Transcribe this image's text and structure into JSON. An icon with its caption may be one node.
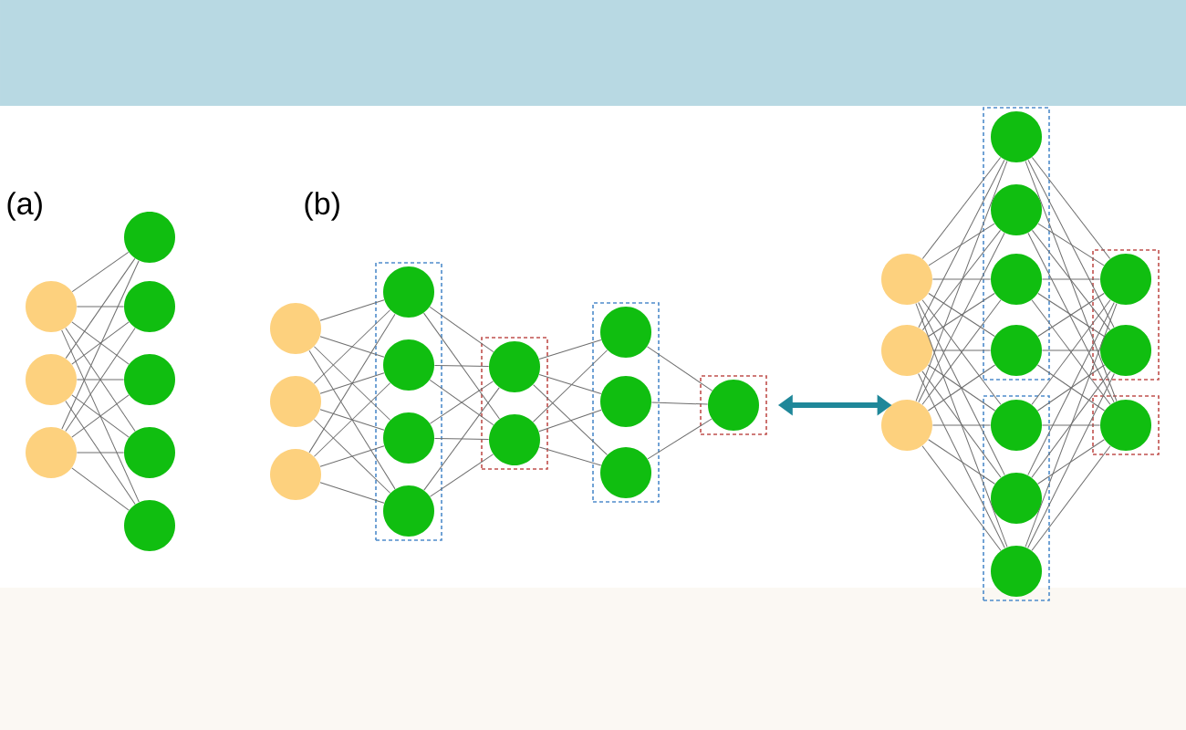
{
  "diagram": {
    "nodes": [
      {
        "text": [],
        "shape": "circle"
      },
      {
        "text": [],
        "shape": "circle"
      },
      {
        "text": [],
        "shape": "circle"
      },
      {
        "text": [],
        "shape": "circle"
      },
      {
        "text": [],
        "shape": "circle"
      },
      {
        "text": [],
        "shape": "circle"
      },
      {
        "text": [],
        "shape": "circle"
      },
      {
        "text": [],
        "shape": "circle"
      },
      {
        "text": [],
        "shape": "circle"
      },
      {
        "text": [],
        "shape": "circle"
      },
      {
        "text": [],
        "shape": "circle"
      },
      {
        "text": [],
        "shape": "box"
      },
      {
        "text": [],
        "shape": "circle",
        "in": 11
      },
      {
        "text": [],
        "shape": "circle",
        "in": 11
      },
      {
        "text": [],
        "shape": "circle",
        "in": 11
      },
      {
        "text": [],
        "shape": "circle",
        "in": 11
      },
      {
        "text": [],
        "shape": "box"
      },
      {
        "text": [],
        "shape": "circle",
        "in": 16
      },
      {
        "text": [],
        "shape": "circle",
        "in": 16
      },
      {
        "text": [],
        "shape": "box"
      },
      {
        "text": [],
        "shape": "circle",
        "in": 19
      },
      {
        "text": [],
        "shape": "circle",
        "in": 19
      },
      {
        "text": [],
        "shape": "circle",
        "in": 19
      },
      {
        "text": [],
        "shape": "box"
      },
      {
        "text": [],
        "shape": "circle",
        "in": 23
      },
      {
        "text": [],
        "shape": "circle"
      },
      {
        "text": [],
        "shape": "circle"
      },
      {
        "text": [],
        "shape": "circle"
      },
      {
        "text": [],
        "shape": "box"
      },
      {
        "text": [],
        "shape": "circle",
        "in": 28
      },
      {
        "text": [],
        "shape": "circle",
        "in": 28
      },
      {
        "text": [],
        "shape": "circle",
        "in": 28
      },
      {
        "text": [],
        "shape": "circle",
        "in": 28
      },
      {
        "text": [],
        "shape": "box"
      },
      {
        "text": [],
        "shape": "circle",
        "in": 33
      },
      {
        "text": [],
        "shape": "circle",
        "in": 33
      },
      {
        "text": [],
        "shape": "circle",
        "in": 33
      },
      {
        "text": [],
        "shape": "box"
      },
      {
        "text": [],
        "shape": "circle",
        "in": 37
      },
      {
        "text": [],
        "shape": "circle",
        "in": 37
      },
      {
        "text": [],
        "shape": "box"
      },
      {
        "text": [],
        "shape": "circle",
        "in": 40
      }
    ],
    "edges": [
      {
        "from": 0,
        "to": 3,
        "arrow": "none"
      },
      {
        "from": 0,
        "to": 4,
        "arrow": "none"
      },
      {
        "from": 0,
        "to": 5,
        "arrow": "none"
      },
      {
        "from": 0,
        "to": 6,
        "arrow": "none"
      },
      {
        "from": 0,
        "to": 7,
        "arrow": "none"
      },
      {
        "from": 1,
        "to": 3,
        "arrow": "none"
      },
      {
        "from": 1,
        "to": 4,
        "arrow": "none"
      },
      {
        "from": 1,
        "to": 5,
        "arrow": "none"
      },
      {
        "from": 1,
        "to": 6,
        "arrow": "none"
      },
      {
        "from": 1,
        "to": 7,
        "arrow": "none"
      },
      {
        "from": 2,
        "to": 3,
        "arrow": "none"
      },
      {
        "from": 2,
        "to": 4,
        "arrow": "none"
      },
      {
        "from": 2,
        "to": 5,
        "arrow": "none"
      },
      {
        "from": 2,
        "to": 6,
        "arrow": "none"
      },
      {
        "from": 2,
        "to": 7,
        "arrow": "none"
      },
      {
        "from": 8,
        "to": 12,
        "arrow": "none"
      },
      {
        "from": 8,
        "to": 13,
        "arrow": "none"
      },
      {
        "from": 8,
        "to": 14,
        "arrow": "none"
      },
      {
        "from": 8,
        "to": 15,
        "arrow": "none"
      },
      {
        "from": 9,
        "to": 12,
        "arrow": "none"
      },
      {
        "from": 9,
        "to": 13,
        "arrow": "none"
      },
      {
        "from": 9,
        "to": 14,
        "arrow": "none"
      },
      {
        "from": 9,
        "to": 15,
        "arrow": "none"
      },
      {
        "from": 10,
        "to": 12,
        "arrow": "none"
      },
      {
        "from": 10,
        "to": 13,
        "arrow": "none"
      },
      {
        "from": 10,
        "to": 14,
        "arrow": "none"
      },
      {
        "from": 10,
        "to": 15,
        "arrow": "none"
      },
      {
        "from": 12,
        "to": 17,
        "arrow": "none"
      },
      {
        "from": 12,
        "to": 18,
        "arrow": "none"
      },
      {
        "from": 13,
        "to": 17,
        "arrow": "none"
      },
      {
        "from": 13,
        "to": 18,
        "arrow": "none"
      },
      {
        "from": 14,
        "to": 17,
        "arrow": "none"
      },
      {
        "from": 14,
        "to": 18,
        "arrow": "none"
      },
      {
        "from": 15,
        "to": 17,
        "arrow": "none"
      },
      {
        "from": 15,
        "to": 18,
        "arrow": "none"
      },
      {
        "from": 17,
        "to": 20,
        "arrow": "none"
      },
      {
        "from": 17,
        "to": 21,
        "arrow": "none"
      },
      {
        "from": 17,
        "to": 22,
        "arrow": "none"
      },
      {
        "from": 18,
        "to": 20,
        "arrow": "none"
      },
      {
        "from": 18,
        "to": 21,
        "arrow": "none"
      },
      {
        "from": 18,
        "to": 22,
        "arrow": "none"
      },
      {
        "from": 20,
        "to": 24,
        "arrow": "none"
      },
      {
        "from": 21,
        "to": 24,
        "arrow": "none"
      },
      {
        "from": 22,
        "to": 24,
        "arrow": "none"
      },
      {
        "from": 25,
        "to": 29,
        "arrow": "none"
      },
      {
        "from": 25,
        "to": 30,
        "arrow": "none"
      },
      {
        "from": 25,
        "to": 31,
        "arrow": "none"
      },
      {
        "from": 25,
        "to": 32,
        "arrow": "none"
      },
      {
        "from": 25,
        "to": 34,
        "arrow": "none"
      },
      {
        "from": 25,
        "to": 35,
        "arrow": "none"
      },
      {
        "from": 25,
        "to": 36,
        "arrow": "none"
      },
      {
        "from": 26,
        "to": 29,
        "arrow": "none"
      },
      {
        "from": 26,
        "to": 30,
        "arrow": "none"
      },
      {
        "from": 26,
        "to": 31,
        "arrow": "none"
      },
      {
        "from": 26,
        "to": 32,
        "arrow": "none"
      },
      {
        "from": 26,
        "to": 34,
        "arrow": "none"
      },
      {
        "from": 26,
        "to": 35,
        "arrow": "none"
      },
      {
        "from": 26,
        "to": 36,
        "arrow": "none"
      },
      {
        "from": 27,
        "to": 29,
        "arrow": "none"
      },
      {
        "from": 27,
        "to": 30,
        "arrow": "none"
      },
      {
        "from": 27,
        "to": 31,
        "arrow": "none"
      },
      {
        "from": 27,
        "to": 32,
        "arrow": "none"
      },
      {
        "from": 27,
        "to": 34,
        "arrow": "none"
      },
      {
        "from": 27,
        "to": 35,
        "arrow": "none"
      },
      {
        "from": 27,
        "to": 36,
        "arrow": "none"
      },
      {
        "from": 29,
        "to": 38,
        "arrow": "none"
      },
      {
        "from": 29,
        "to": 39,
        "arrow": "none"
      },
      {
        "from": 29,
        "to": 41,
        "arrow": "none"
      },
      {
        "from": 30,
        "to": 38,
        "arrow": "none"
      },
      {
        "from": 30,
        "to": 39,
        "arrow": "none"
      },
      {
        "from": 30,
        "to": 41,
        "arrow": "none"
      },
      {
        "from": 31,
        "to": 38,
        "arrow": "none"
      },
      {
        "from": 31,
        "to": 39,
        "arrow": "none"
      },
      {
        "from": 31,
        "to": 41,
        "arrow": "none"
      },
      {
        "from": 32,
        "to": 38,
        "arrow": "none"
      },
      {
        "from": 32,
        "to": 39,
        "arrow": "none"
      },
      {
        "from": 32,
        "to": 41,
        "arrow": "none"
      },
      {
        "from": 34,
        "to": 38,
        "arrow": "none"
      },
      {
        "from": 34,
        "to": 39,
        "arrow": "none"
      },
      {
        "from": 34,
        "to": 41,
        "arrow": "none"
      },
      {
        "from": 35,
        "to": 38,
        "arrow": "none"
      },
      {
        "from": 35,
        "to": 39,
        "arrow": "none"
      },
      {
        "from": 35,
        "to": 41,
        "arrow": "none"
      },
      {
        "from": 36,
        "to": 38,
        "arrow": "none"
      },
      {
        "from": 36,
        "to": 39,
        "arrow": "none"
      },
      {
        "from": 36,
        "to": 41,
        "arrow": "none"
      },
      {
        "from": 23,
        "to": 27,
        "arrow": "both",
        "style": "thick",
        "color": "#1f8799"
      }
    ],
    "labels": [
      "(a)",
      "(b)"
    ]
  }
}
